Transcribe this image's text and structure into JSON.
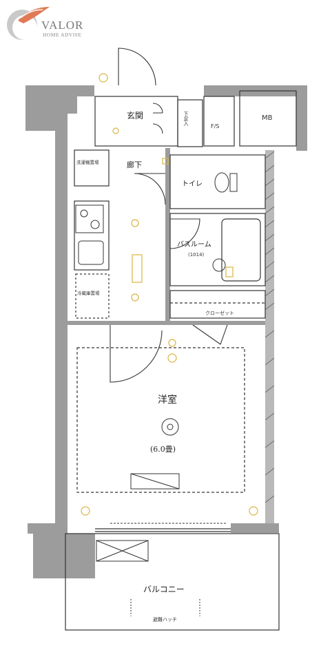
{
  "brand": {
    "name": "VALOR",
    "tagline": "HOME ADVISE",
    "accent_color": "#e07a55",
    "logo_icon": "leaf-swirl-logo"
  },
  "rooms": {
    "entrance": "玄関",
    "shoe_box": "下足入",
    "cabinet": "F/S",
    "mb": "MB",
    "hallway": "廊下",
    "washer": "洗濯機置場",
    "toilet": "トイレ",
    "bathroom": "バスルーム",
    "bathroom_size": "(1014)",
    "fridge": "冷蔵庫置場",
    "closet": "クローゼット",
    "western_room": "洋室",
    "western_room_size": "(6.0畳)",
    "balcony": "バルコニー",
    "balcony_note": "避難ハッチ"
  },
  "colors": {
    "wall": "#9c9c9c",
    "equipment_accent": "#d8b440",
    "line": "#333333"
  }
}
